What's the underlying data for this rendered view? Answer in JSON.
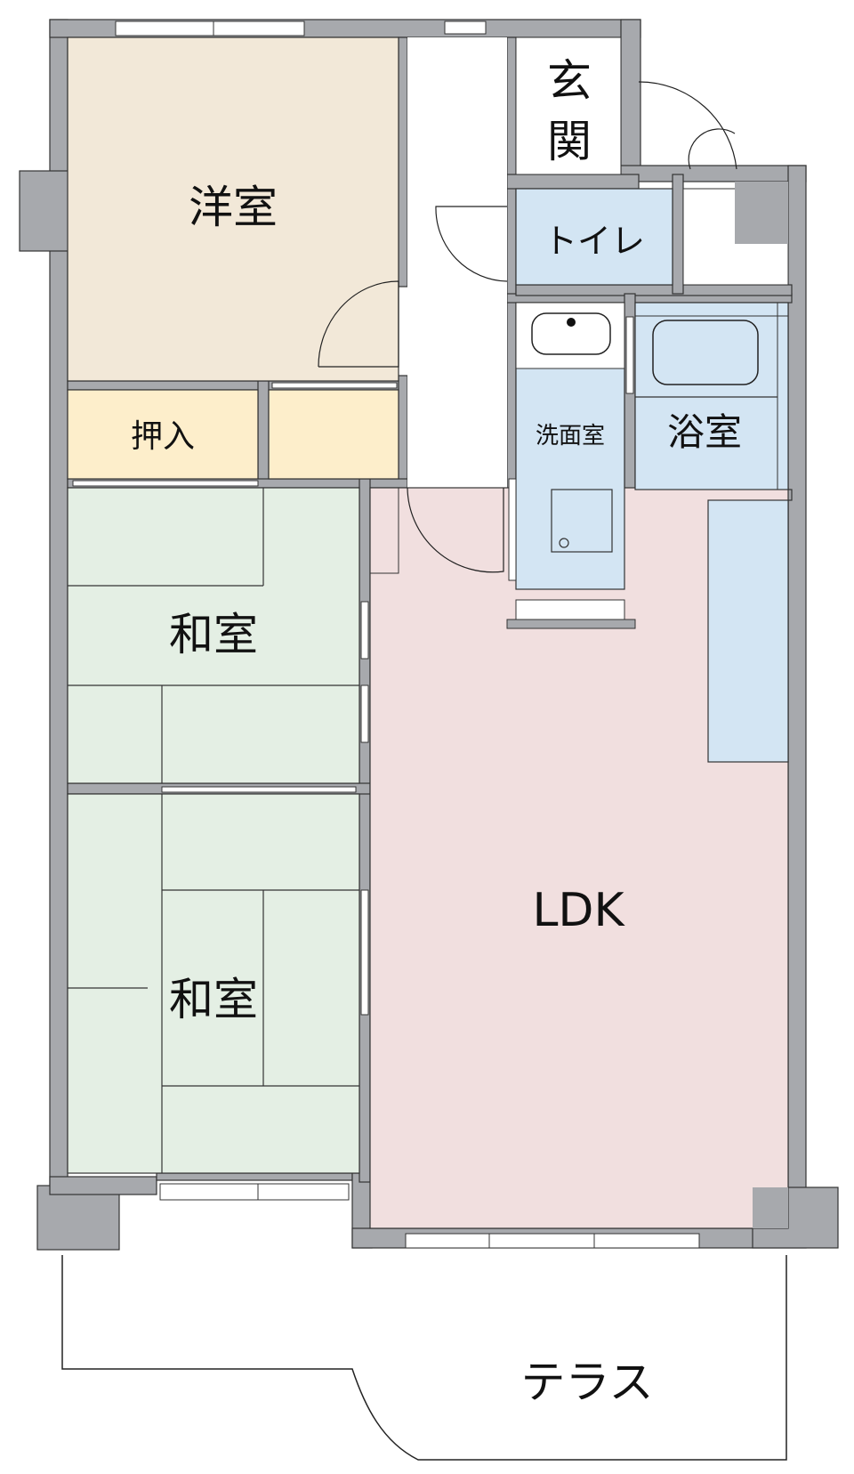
{
  "plan": {
    "colors": {
      "wall": "#a7a9ad",
      "wall_stroke": "#333333",
      "western": "#f2e8d8",
      "closet": "#fdeecb",
      "tatami": "#e4efe4",
      "ldk": "#f1dfdf",
      "wet": "#d3e5f3",
      "white": "#ffffff",
      "line": "#222222"
    },
    "rooms": {
      "western": {
        "label": "洋室"
      },
      "closet": {
        "label": "押入"
      },
      "japanese_1": {
        "label": "和室"
      },
      "japanese_2": {
        "label": "和室"
      },
      "entrance": {
        "label_top": "玄",
        "label_bottom": "関"
      },
      "toilet": {
        "label": "トイレ"
      },
      "washroom": {
        "label": "洗面室"
      },
      "bathroom": {
        "label": "浴室"
      },
      "ldk": {
        "label": "LDK"
      },
      "terrace": {
        "label": "テラス"
      }
    }
  }
}
